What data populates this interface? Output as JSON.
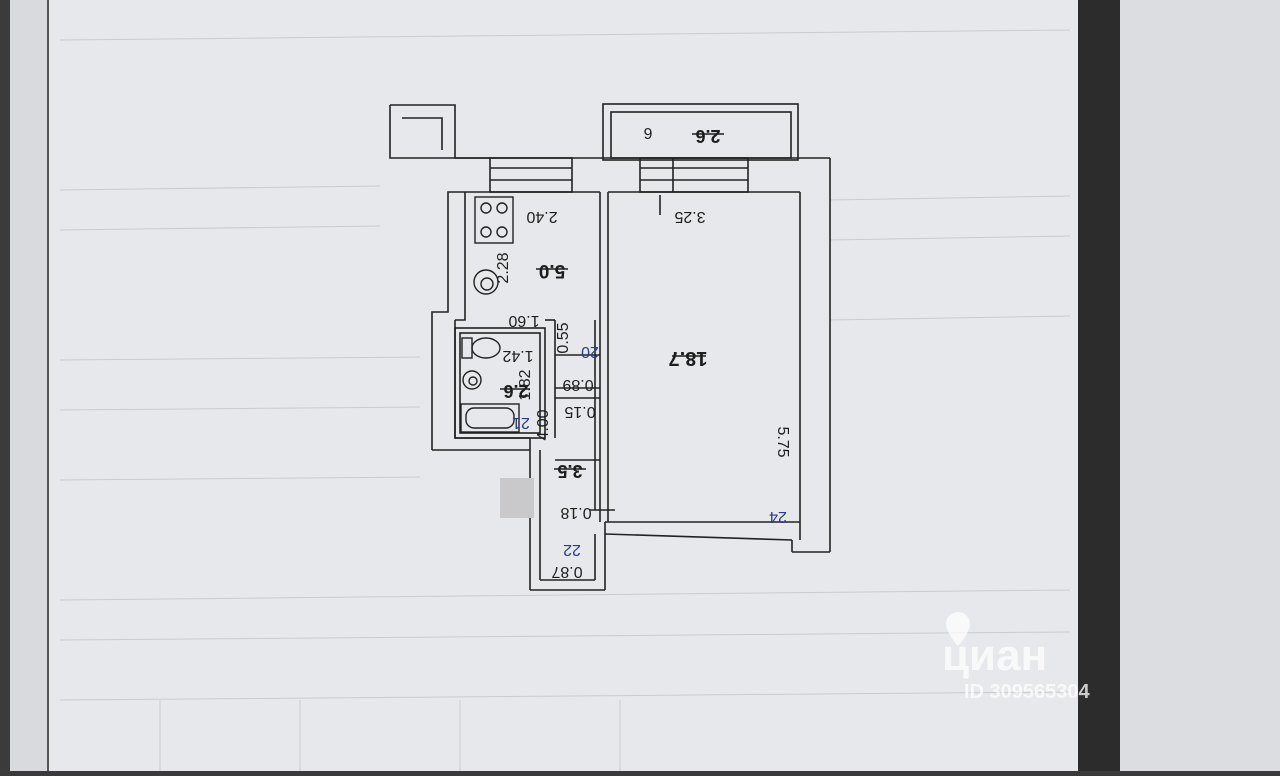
{
  "plan": {
    "labels": {
      "kitchen_area": "5.0",
      "kitchen_width": "2.40",
      "kitchen_length": "2.28",
      "hall_width": "1.60",
      "bath_area": "2.6",
      "bath_width": "1.42",
      "bath_length": "1.82",
      "bath_no": "21",
      "room_area": "18.7",
      "room_width": "3.25",
      "room_length": "5.75",
      "room_no": "24",
      "balcony_area": "2.6",
      "balcony_no": "6",
      "corridor_area": "3.5",
      "corridor_length": "4.00",
      "corridor_no": "20",
      "dim_055": "0.55",
      "dim_089": "0.89",
      "dim_015": "0.15",
      "dim_018": "0.18",
      "closet_width": "0.87",
      "closet_no": "22"
    }
  },
  "watermark": {
    "brand": "циан",
    "id": "ID 309565304"
  },
  "colors": {
    "paper": "#e6e7ea",
    "line": "#222222",
    "blue_number": "#2a3a8c",
    "watermark": "#ffffff"
  }
}
